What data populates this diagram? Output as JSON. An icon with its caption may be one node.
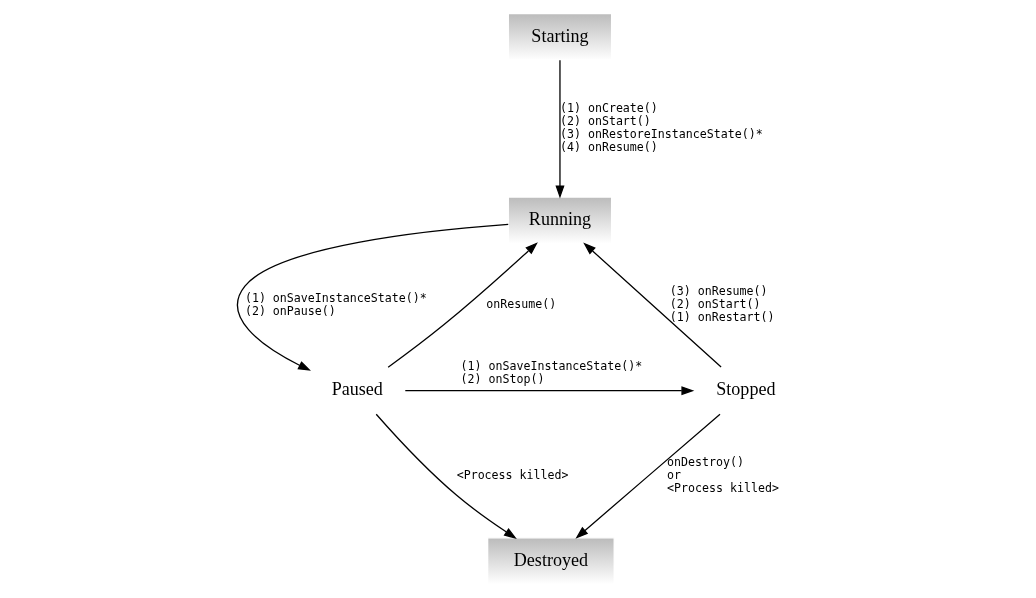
{
  "diagram": {
    "nodes": [
      {
        "text": [
          "Starting"
        ]
      },
      {
        "text": [
          "Running"
        ]
      },
      {
        "text": [
          "Stopped"
        ]
      },
      {
        "text": [
          "Paused"
        ]
      },
      {
        "text": [
          "Destroyed"
        ]
      }
    ],
    "edges": [
      {
        "from": 0,
        "to": 1,
        "arrow": "to",
        "label": [
          "(1) onCreate()",
          "(2) onStart()",
          "(3) onRestoreInstanceState()*",
          "(4) onResume()"
        ]
      },
      {
        "from": 1,
        "to": 3,
        "arrow": "to",
        "label": [
          "(1) onSaveInstanceState()*",
          "(2) onPause()"
        ]
      },
      {
        "from": 3,
        "to": 1,
        "arrow": "to",
        "label": [
          "onResume()"
        ]
      },
      {
        "from": 3,
        "to": 2,
        "arrow": "to",
        "label": [
          "(1) onSaveInstanceState()*",
          "(2) onStop()"
        ]
      },
      {
        "from": 2,
        "to": 1,
        "arrow": "to",
        "label": [
          "(3) onResume()",
          "(2) onStart()",
          "(1) onRestart()"
        ]
      },
      {
        "from": 2,
        "to": 4,
        "arrow": "to",
        "label": [
          "onDestroy()",
          "or",
          "<Process killed>"
        ]
      },
      {
        "from": 3,
        "to": 4,
        "arrow": "to",
        "label": [
          "<Process killed>"
        ]
      }
    ]
  }
}
